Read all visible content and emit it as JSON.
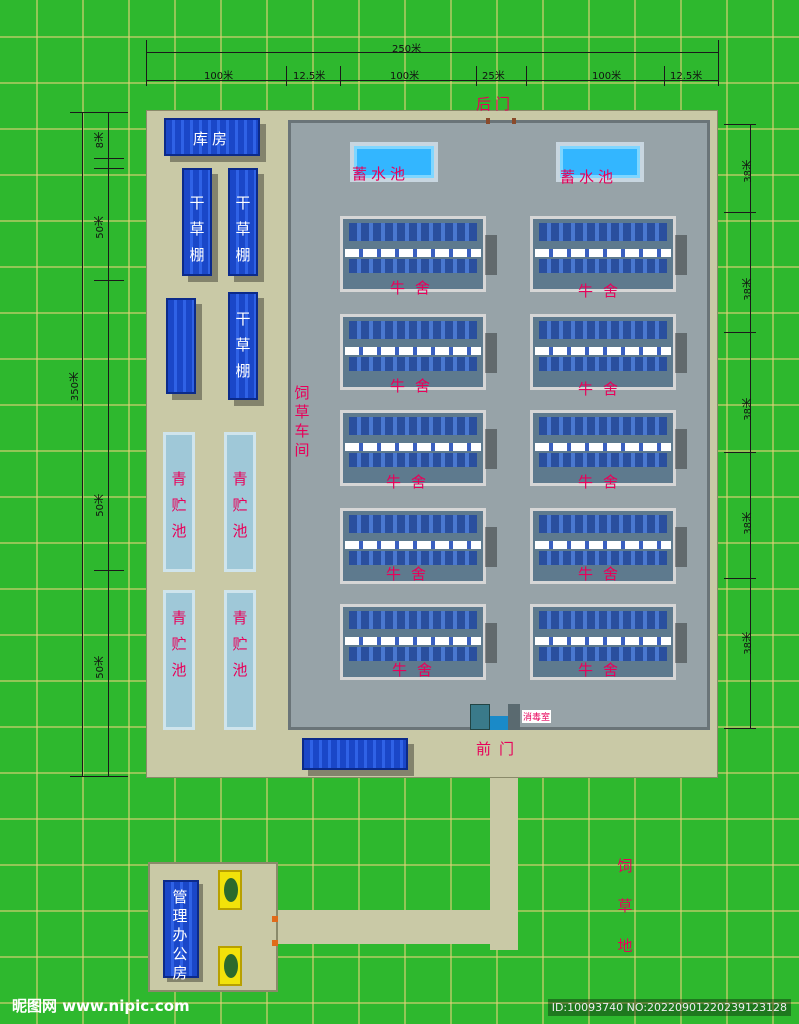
{
  "top_dimensions": {
    "total": "250米",
    "segments": [
      "100米",
      "12.5米",
      "100米",
      "25米",
      "100米",
      "12.5米"
    ]
  },
  "left_dimensions": {
    "total": "350米",
    "segments": [
      "8米",
      "50米",
      "50米",
      "50米"
    ]
  },
  "right_dimensions": [
    "38米",
    "38米",
    "38米",
    "38米",
    "38米"
  ],
  "labels": {
    "warehouse": "库房",
    "hay_shed": "干草棚",
    "silage": "青贮池",
    "feed_workshop": "饲草车间",
    "back_gate": "后门",
    "front_gate": "前门",
    "pool": "蓄水池",
    "barn": "牛舍",
    "disinfection": "消毒室",
    "office": "管理办公房",
    "forage_field": "饲草地"
  },
  "watermark": {
    "site": "昵图网 www.nipic.com",
    "id": "ID:10093740 NO:20220901220239123128"
  }
}
